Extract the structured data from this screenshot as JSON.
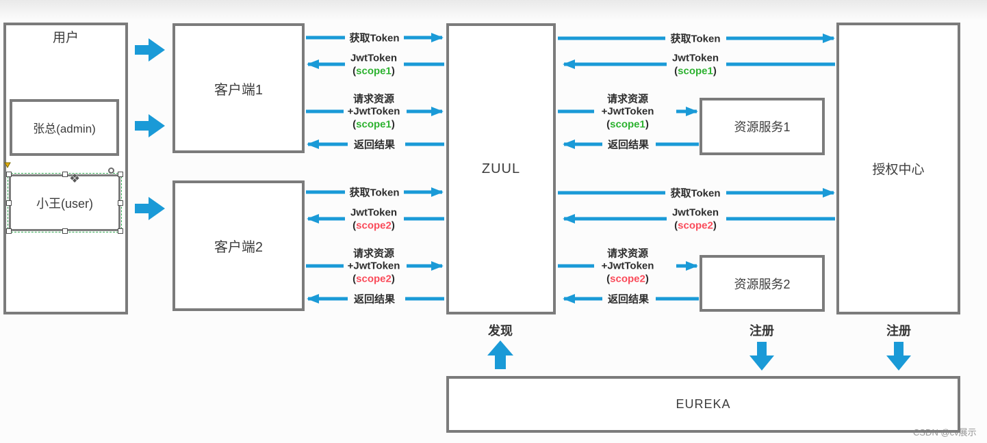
{
  "diagram": {
    "nodes": {
      "user_group": "用户",
      "admin_user": "张总(admin)",
      "normal_user": "小王(user)",
      "client1": "客户端1",
      "client2": "客户端2",
      "gateway": "ZUUL",
      "resource_service1": "资源服务1",
      "resource_service2": "资源服务2",
      "auth_center": "授权中心",
      "registry": "EUREKA"
    },
    "flow_labels": {
      "get_token": "获取Token",
      "jwt_token": "JwtToken",
      "scope1": "scope1",
      "scope2": "scope2",
      "paren_open": "(",
      "paren_close": ")",
      "request_resource": "请求资源",
      "plus_jwt_token": "+JwtToken",
      "return_result": "返回结果"
    },
    "registry_labels": {
      "discover": "发现",
      "register_resources": "注册",
      "register_auth": "注册"
    },
    "colors": {
      "arrow_blue": "#1A9AD7",
      "scope1_green": "#2DB230",
      "scope2_red": "#FA4B5A",
      "box_border_gray": "#7B7B7B"
    },
    "watermark": "CSDN @cv展示"
  }
}
